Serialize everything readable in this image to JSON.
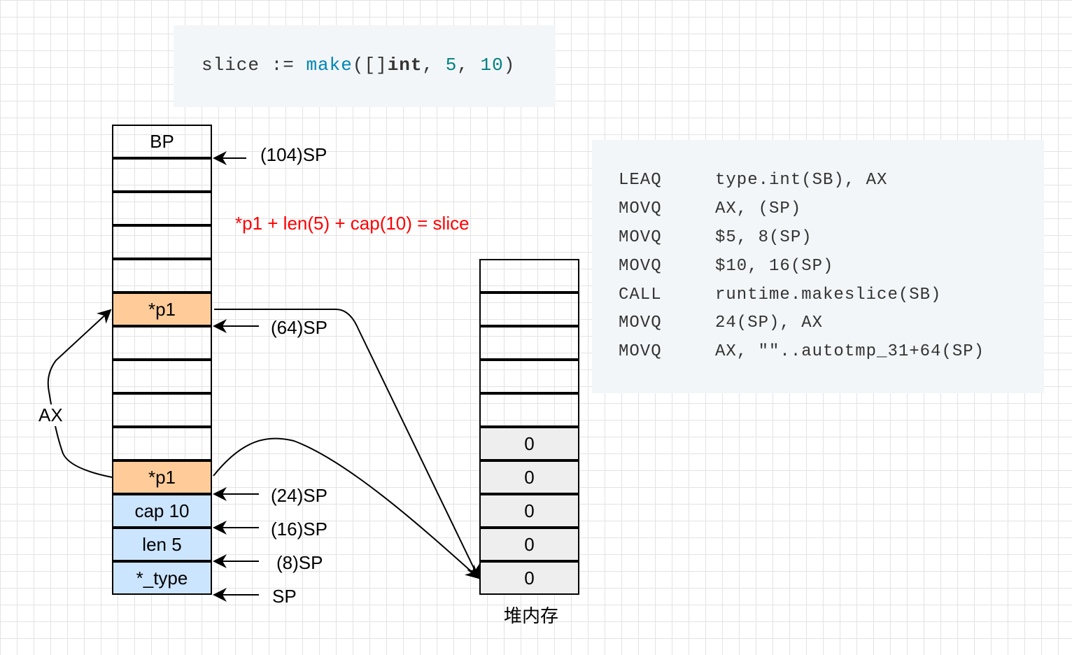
{
  "code_top": {
    "var": "slice",
    "op": ":=",
    "fn": "make",
    "open": "([]",
    "type": "int",
    "comma1": ",",
    "len": "5",
    "comma2": ",",
    "cap": "10",
    "close": ")"
  },
  "asm": [
    {
      "op": "LEAQ",
      "arg": "type.int(SB), AX"
    },
    {
      "op": "MOVQ",
      "arg": "AX, (SP)"
    },
    {
      "op": "MOVQ",
      "arg": "$5, 8(SP)"
    },
    {
      "op": "MOVQ",
      "arg": "$10, 16(SP)"
    },
    {
      "op": "CALL",
      "arg": "runtime.makeslice(SB)"
    },
    {
      "op": "MOVQ",
      "arg": "24(SP), AX"
    },
    {
      "op": "MOVQ",
      "arg": "AX, \"\"..autotmp_31+64(SP)"
    }
  ],
  "stack": {
    "cells": [
      "BP",
      "",
      "",
      "",
      "",
      "*p1",
      "",
      "",
      "",
      "",
      "*p1",
      "cap 10",
      "len 5",
      "*_type"
    ],
    "colors": {
      "default": "#ffffff",
      "pointer": "#ffcc99",
      "arg": "#cce5ff"
    }
  },
  "heap": {
    "cells": [
      "",
      "",
      "",
      "",
      "",
      "0",
      "0",
      "0",
      "0",
      "0"
    ],
    "filled_color": "#eeeeee",
    "label": "堆内存"
  },
  "sp_labels": [
    "(104)SP",
    "(64)SP",
    "(24)SP",
    "(16)SP",
    "(8)SP",
    "SP"
  ],
  "formula": "*p1 + len(5) + cap(10) = slice",
  "ax_label": "AX"
}
